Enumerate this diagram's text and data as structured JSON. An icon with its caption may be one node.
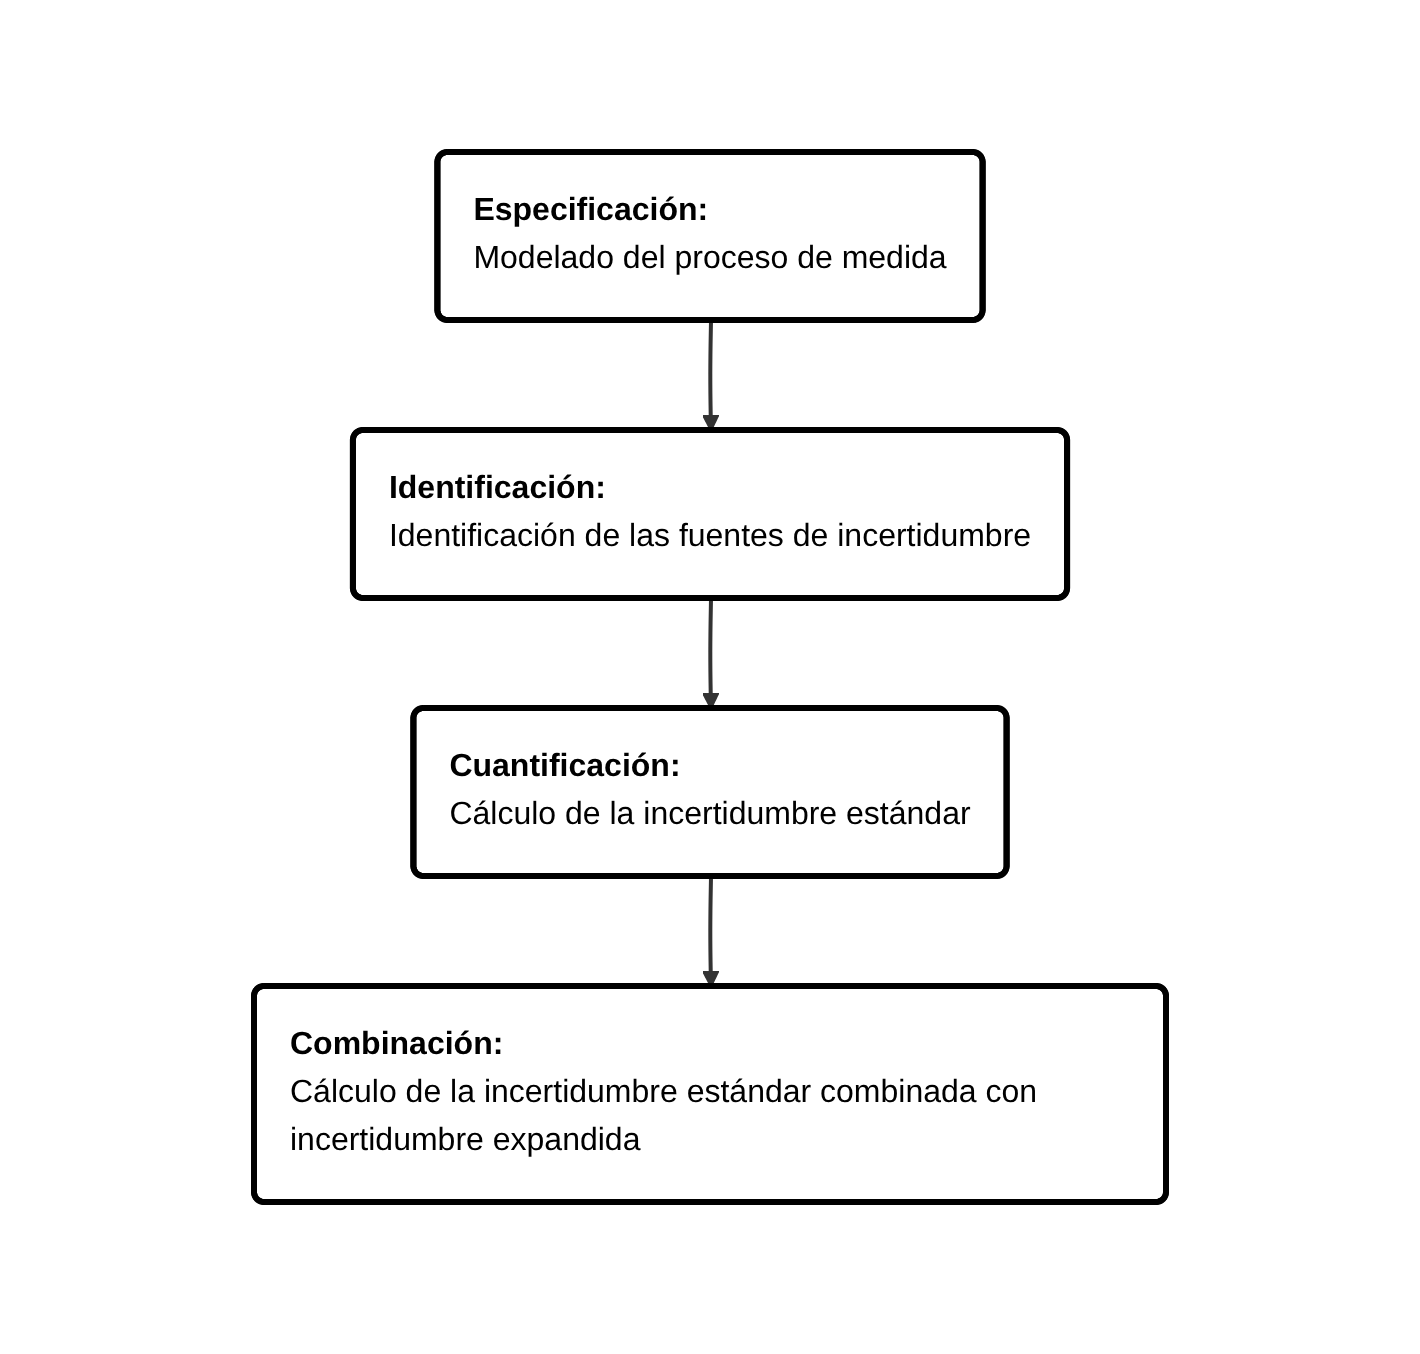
{
  "diagram": {
    "nodes": [
      {
        "text": [
          "Especificación:",
          "Modelado del proceso de medida"
        ]
      },
      {
        "text": [
          "Identificación:",
          "Identificación de las fuentes de incertidumbre"
        ]
      },
      {
        "text": [
          "Cuantificación:",
          "Cálculo de la incertidumbre estándar"
        ]
      },
      {
        "text": [
          "Combinación:",
          "Cálculo de la incertidumbre estándar combinada con incertidumbre expandida"
        ]
      }
    ],
    "edges": [
      {
        "from": 0,
        "to": 1,
        "arrow": "to"
      },
      {
        "from": 1,
        "to": 2,
        "arrow": "to"
      },
      {
        "from": 2,
        "to": 3,
        "arrow": "to"
      }
    ]
  }
}
